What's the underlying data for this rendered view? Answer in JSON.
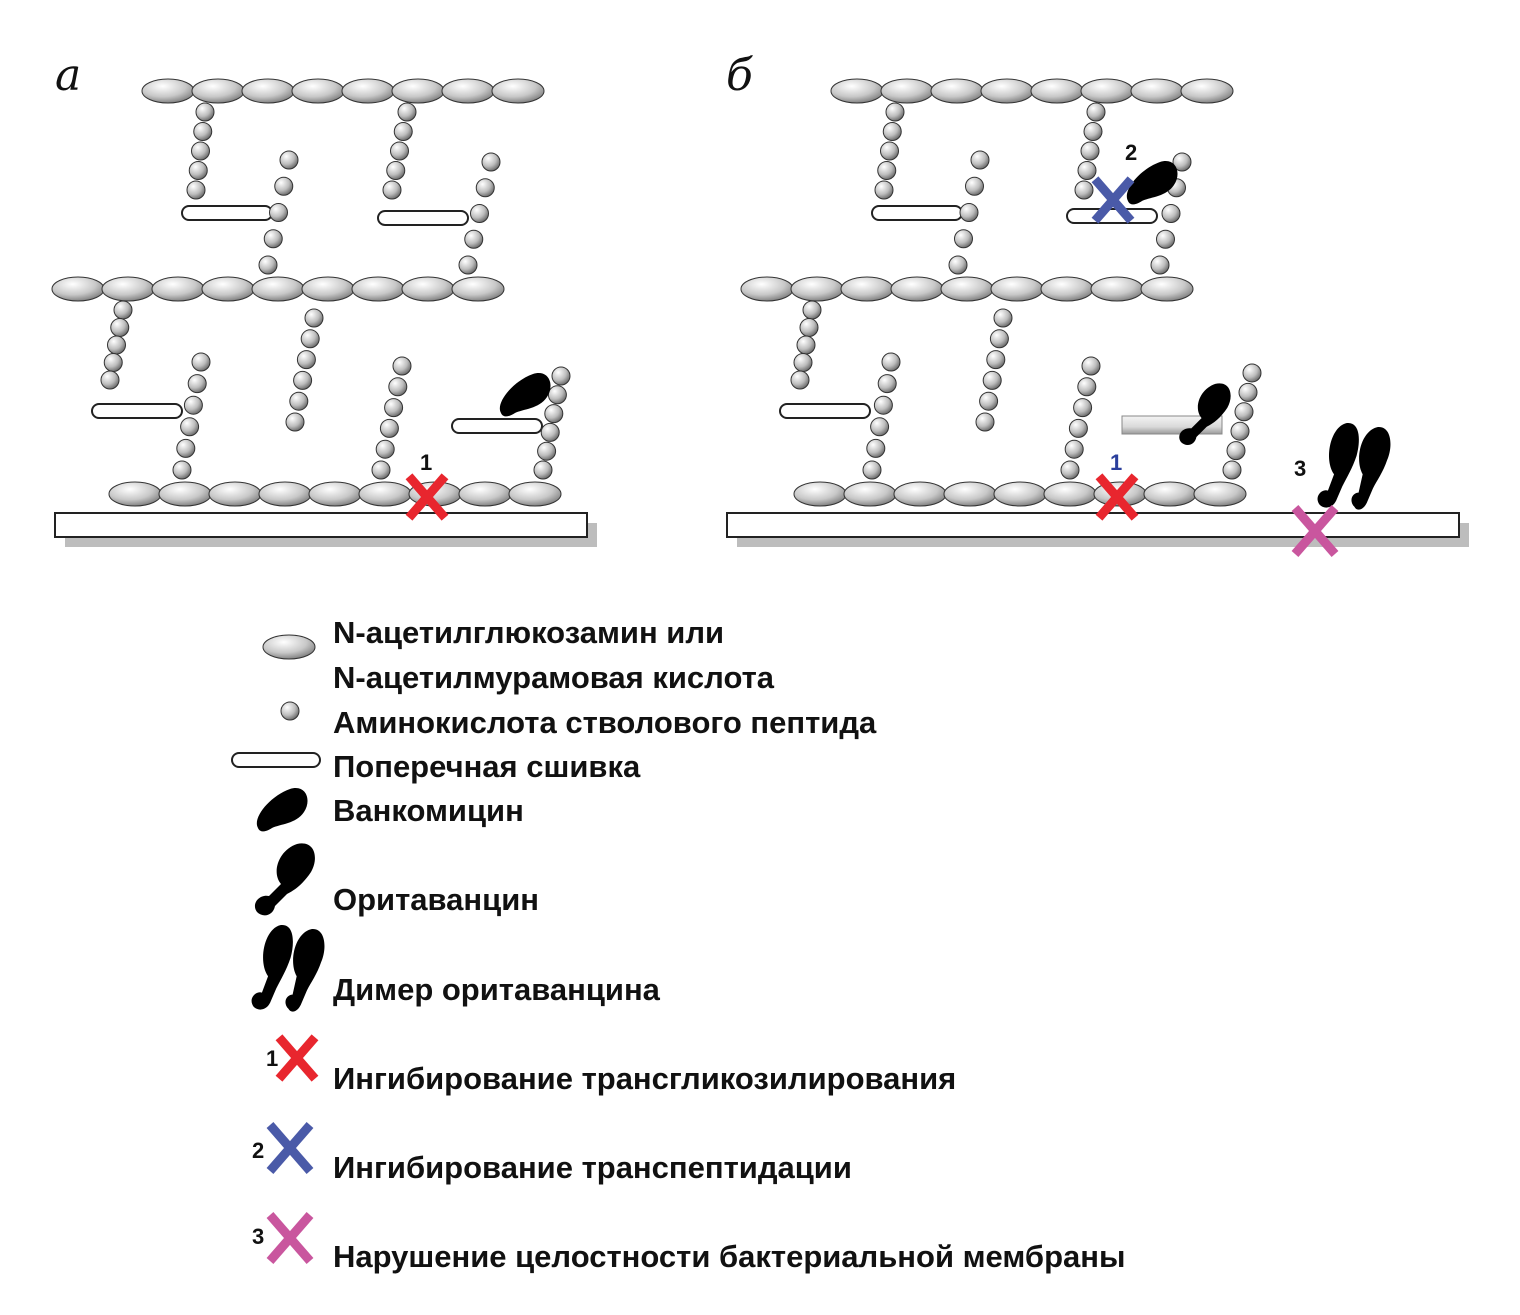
{
  "panels": [
    {
      "label": "а"
    },
    {
      "label": "б"
    }
  ],
  "markers": {
    "inhibit_transglycosylation": {
      "number": "1",
      "color": "#e8262e"
    },
    "inhibit_transpeptidation": {
      "number": "2",
      "color": "#4a5aa8"
    },
    "membrane_disruption": {
      "number": "3",
      "color": "#c9569e"
    }
  },
  "panel_b_marker1_number_color": "#2b3f9c",
  "legend": {
    "sugar_line1": "N-ацетилглюкозамин или",
    "sugar_line2": "N-ацетилмурамовая кислота",
    "amino_acid": "Аминокислота стволового пептида",
    "crosslink": "Поперечная сшивка",
    "vancomycin": "Ванкомицин",
    "oritavancin": "Оритаванцин",
    "oritavancin_dimer": "Димер оритаванцина",
    "inhibit_transglycosylation": "Ингибирование трансгликозилирования",
    "inhibit_transpeptidation": "Ингибирование транспептидации",
    "membrane_disruption": "Нарушение целостности бактериальной мембраны"
  }
}
